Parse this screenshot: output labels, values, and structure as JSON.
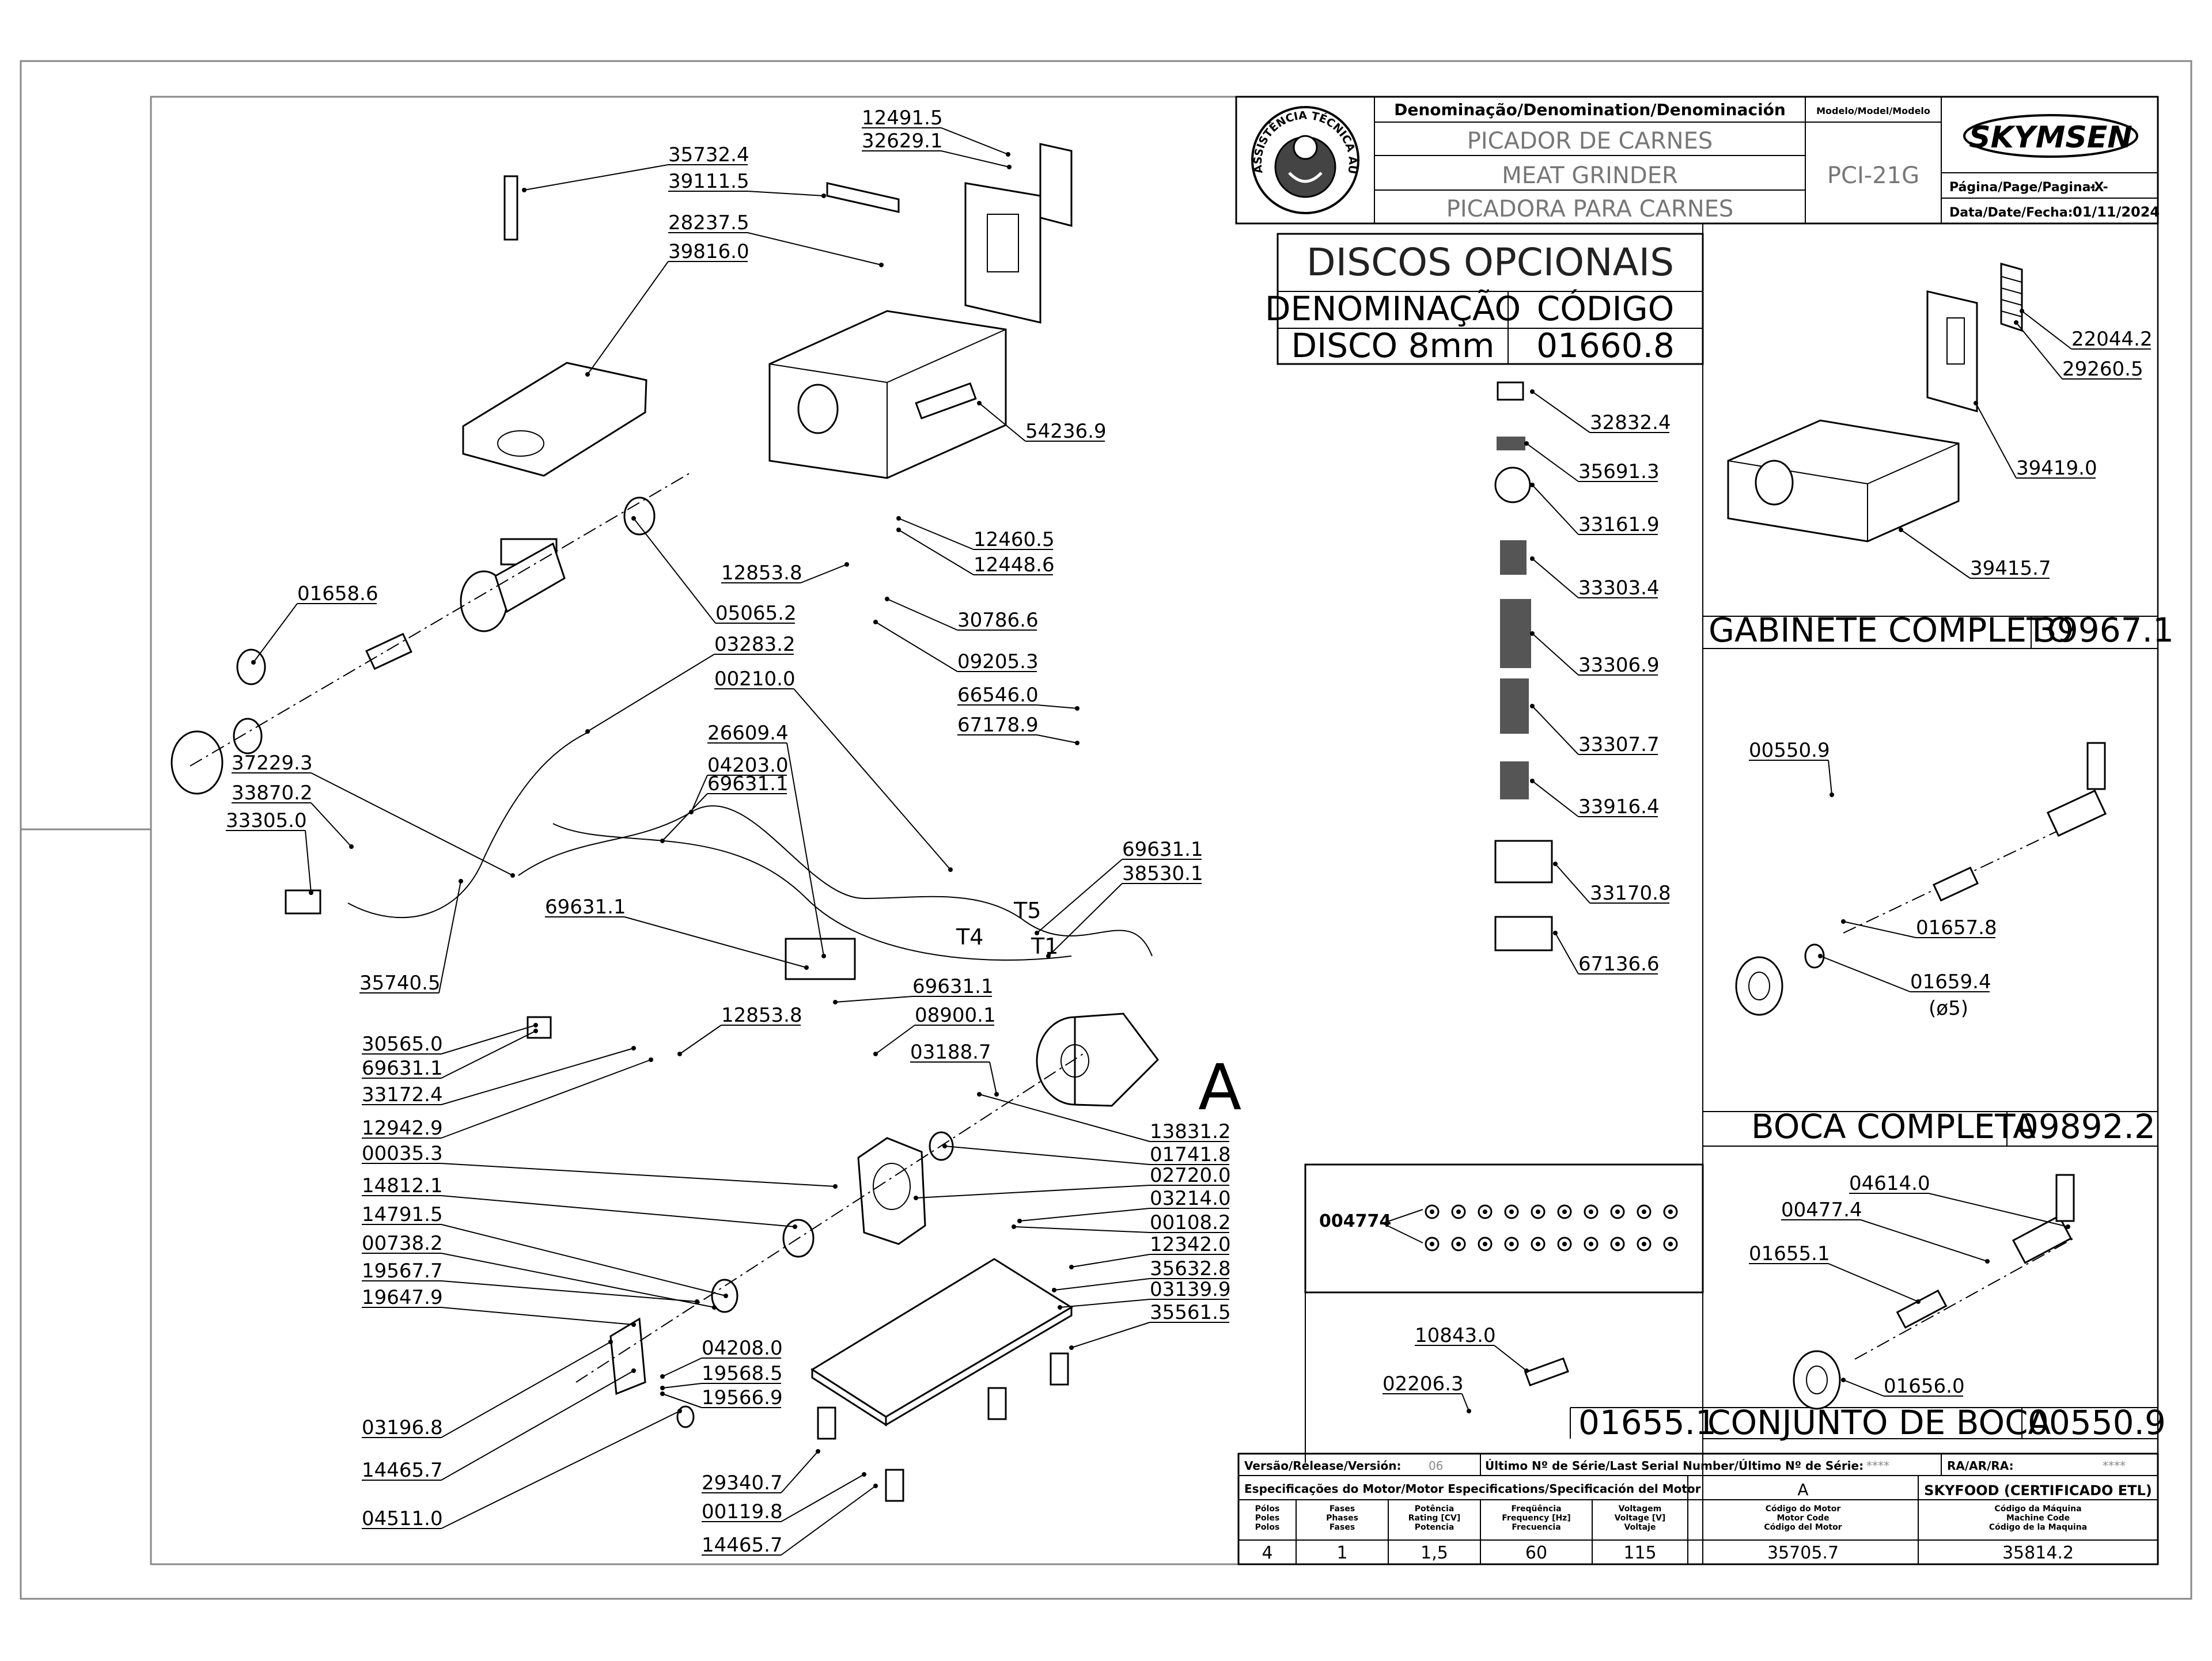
{
  "title_block": {
    "denomination_header": "Denominação/Denomination/Denominación",
    "model_header": "Modelo/Model/Modelo",
    "names": [
      "PICADOR DE CARNES",
      "MEAT GRINDER",
      "PICADORA PARA CARNES"
    ],
    "model": "PCI-21G",
    "brand": "SKYMSEN",
    "seal_text": "ASSISTÊNCIA TÉCNICA AUTORIZADA",
    "page_label": "Página/Page/Pagina:",
    "page_value": "-X-",
    "date_label": "Data/Date/Fecha:",
    "date_value": "01/11/2024"
  },
  "optional_discs": {
    "title": "DISCOS OPCIONAIS",
    "col_name": "DENOMINAÇÃO",
    "col_code": "CÓDIGO",
    "row_name": "DISCO 8mm",
    "row_code": "01660.8"
  },
  "panels": {
    "gabinete_name": "GABINETE COMPLETO",
    "gabinete_code": "39967.1",
    "boca_name": "BOCA COMPLETA",
    "boca_code": "09892.2",
    "conjunto_ref": "01655.1",
    "conjunto_name": "CONJUNTO DE BOCA",
    "conjunto_code": "00550.9",
    "feet_code": "004774",
    "bearing_paren": "(ø5)"
  },
  "motor_spec": {
    "version_label": "Versão/Release/Versión:",
    "version_value": "06",
    "serial_label": "Último Nº de Série/Last Serial Number/Último Nº de Série:",
    "serial_value": "****",
    "ra_label": "RA/AR/RA:",
    "ra_value": "****",
    "spec_header": "Especificações do Motor/Motor Especifications/Specificación del Motor",
    "motor_letter": "A",
    "certification": "SKYFOOD (CERTIFICADO ETL)",
    "columns": [
      [
        "Pólos",
        "Poles",
        "Polos"
      ],
      [
        "Fases",
        "Phases",
        "Fases"
      ],
      [
        "Potência",
        "Rating [CV]",
        "Potencia"
      ],
      [
        "Freqüência",
        "Frequency [Hz]",
        "Frecuencia"
      ],
      [
        "Voltagem",
        "Voltage [V]",
        "Voltaje"
      ],
      [
        "Código do Motor",
        "Motor Code",
        "Código del Motor"
      ],
      [
        "Código da Máquina",
        "Machine Code",
        "Código de la Maquina"
      ]
    ],
    "values": [
      "4",
      "1",
      "1,5",
      "60",
      "115",
      "35705.7",
      "35814.2"
    ]
  },
  "diagram_letter": "A",
  "wire_labels": [
    "T5",
    "T4",
    "T1"
  ],
  "callouts_main": [
    "12491.5",
    "32629.1",
    "35732.4",
    "39111.5",
    "28237.5",
    "39816.0",
    "54236.9",
    "12460.5",
    "12448.6",
    "12853.8",
    "05065.2",
    "30786.6",
    "09205.3",
    "01658.6",
    "03283.2",
    "00210.0",
    "66546.0",
    "67178.9",
    "26609.4",
    "04203.0",
    "69631.1",
    "37229.3",
    "33870.2",
    "33305.0",
    "69631.1",
    "38530.1",
    "69631.1",
    "35740.5",
    "69631.1",
    "08900.1",
    "30565.0",
    "69631.1",
    "12853.8",
    "03188.7",
    "33172.4",
    "12942.9",
    "13831.2",
    "00035.3",
    "01741.8",
    "14812.1",
    "02720.0",
    "03214.0",
    "14791.5",
    "00108.2",
    "00738.2",
    "12342.0",
    "19567.7",
    "35632.8",
    "19647.9",
    "03139.9",
    "35561.5",
    "04208.0",
    "19568.5",
    "19566.9",
    "03196.8",
    "14465.7",
    "04511.0",
    "29340.7",
    "00119.8",
    "14465.7"
  ],
  "callouts_labels": [
    "32832.4",
    "35691.3",
    "33161.9",
    "33303.4",
    "33306.9",
    "33307.7",
    "33916.4",
    "33170.8",
    "67136.6"
  ],
  "callouts_side": [
    "22044.2",
    "29260.5",
    "39419.0",
    "39415.7",
    "00550.9",
    "01657.8",
    "01659.4",
    "04614.0",
    "00477.4",
    "01655.1",
    "01656.0",
    "10843.0",
    "02206.3"
  ]
}
